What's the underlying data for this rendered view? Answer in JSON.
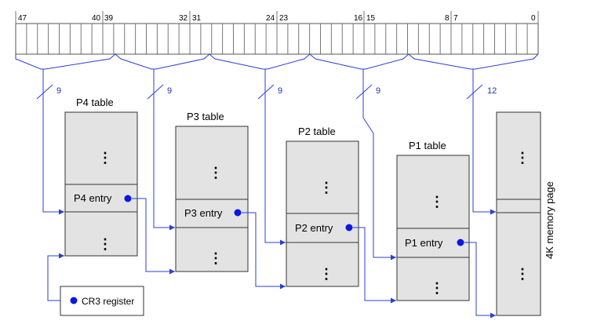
{
  "bit_labels": [
    "47",
    "40",
    "39",
    "32",
    "31",
    "24",
    "23",
    "16",
    "15",
    "8",
    "7",
    "0"
  ],
  "field_widths": [
    "9",
    "9",
    "9",
    "9",
    "12"
  ],
  "tables": [
    {
      "title": "P4 table",
      "entry": "P4 entry"
    },
    {
      "title": "P3 table",
      "entry": "P3 entry"
    },
    {
      "title": "P2 table",
      "entry": "P2 entry"
    },
    {
      "title": "P1 table",
      "entry": "P1 entry"
    }
  ],
  "page_label": "4K memory page",
  "cr3_label": "CR3 register",
  "ellipsis": "⋮",
  "colors": {
    "wire": "#2b3fd6",
    "table_fill": "#e3e3e3",
    "dot": "#0a18e0"
  }
}
